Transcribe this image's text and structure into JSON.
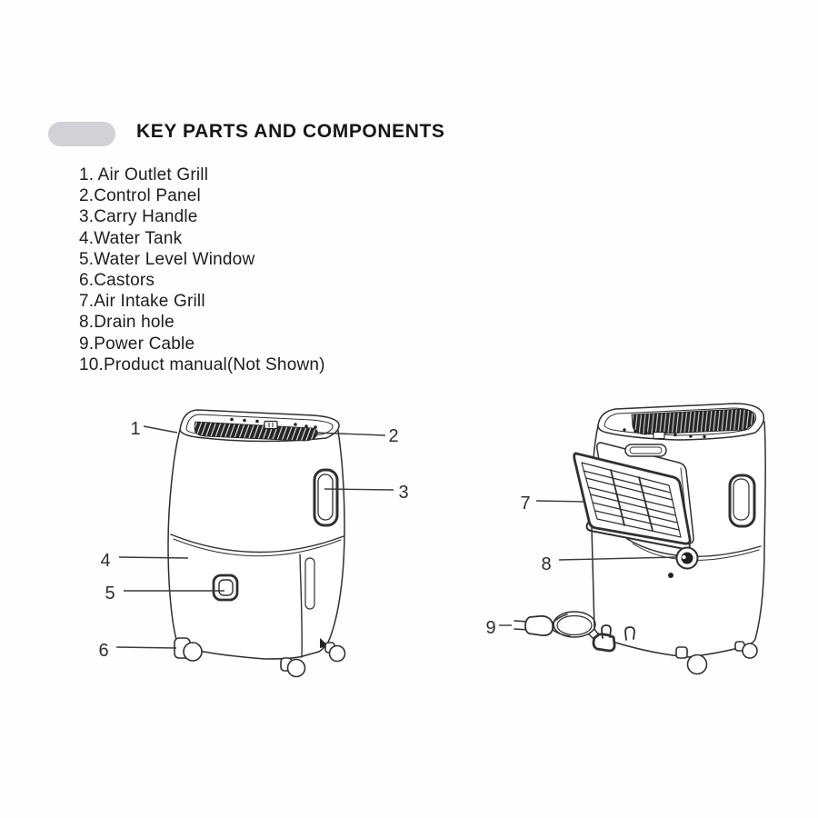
{
  "header": {
    "title": "KEY PARTS AND COMPONENTS"
  },
  "parts_list": {
    "items": [
      "1. Air Outlet Grill",
      "2.Control Panel",
      "3.Carry Handle",
      "4.Water Tank",
      "5.Water Level Window",
      "6.Castors",
      "7.Air Intake Grill",
      "8.Drain hole",
      "9.Power Cable",
      "10.Product manual(Not Shown)"
    ]
  },
  "diagram": {
    "front_labels": [
      "1",
      "2",
      "3",
      "4",
      "5",
      "6"
    ],
    "back_labels": [
      "7",
      "8",
      "9"
    ]
  },
  "colors": {
    "line": "#303030",
    "pill": "#d2d2d6",
    "grill_fill": "#262626"
  }
}
